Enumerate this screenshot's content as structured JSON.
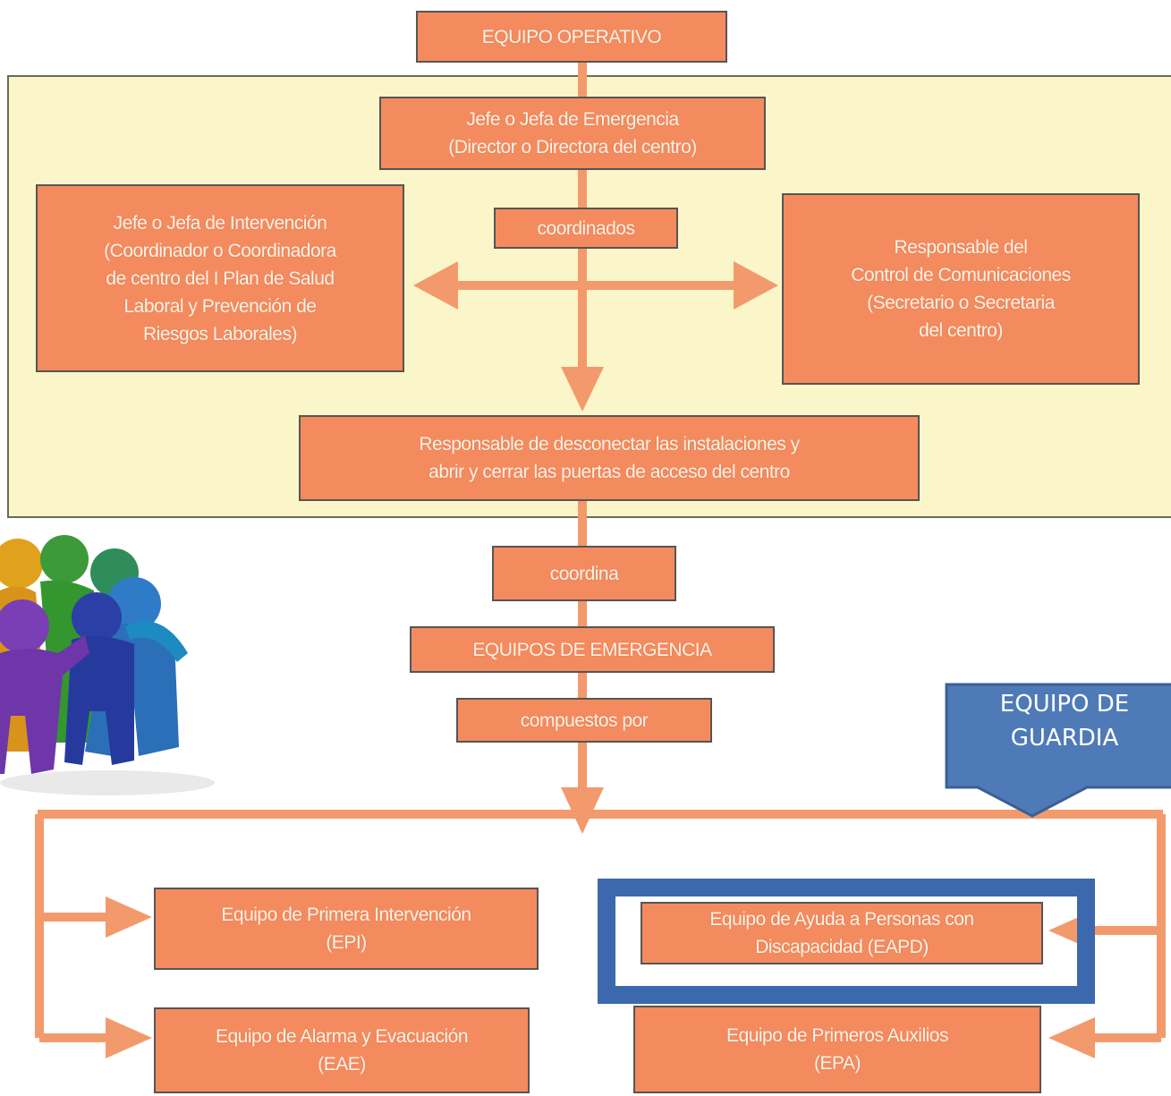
{
  "diagram": {
    "operative_team": "EQUIPO OPERATIVO",
    "emergency_chief": "Jefe o Jefa de Emergencia\n(Director o Directora del centro)",
    "coordinated": "coordinados",
    "intervention_chief": "Jefe o Jefa de Intervención\n(Coordinador o Coordinadora\nde centro del I Plan de Salud\nLaboral y Prevención de\nRiesgos Laborales)",
    "communications": "Responsable del\nControl de Comunicaciones\n(Secretario o Secretaria\ndel centro)",
    "disconnect": "Responsable de desconectar las instalaciones y\nabrir y cerrar las puertas de acceso del centro",
    "coordinates": "coordina",
    "emergency_teams": "EQUIPOS DE EMERGENCIA",
    "composed_by": "compuestos por",
    "epi": "Equipo de Primera Intervención\n(EPI)",
    "eae": "Equipo de Alarma y Evacuación\n(EAE)",
    "eapd": "Equipo de Ayuda a Personas con\nDiscapacidad (EAPD)",
    "epa": "Equipo de Primeros Auxilios\n(EPA)"
  },
  "callout": {
    "label": "EQUIPO DE\nGUARDIA"
  },
  "colors": {
    "box_fill": "#f48b5e",
    "connector": "#f39a6c",
    "panel_fill": "#fbf6c9",
    "callout_fill": "#4f7ab8",
    "highlight_border": "#3c68ad"
  },
  "icons": {
    "illustration": "group-of-clay-figures-hugging"
  }
}
